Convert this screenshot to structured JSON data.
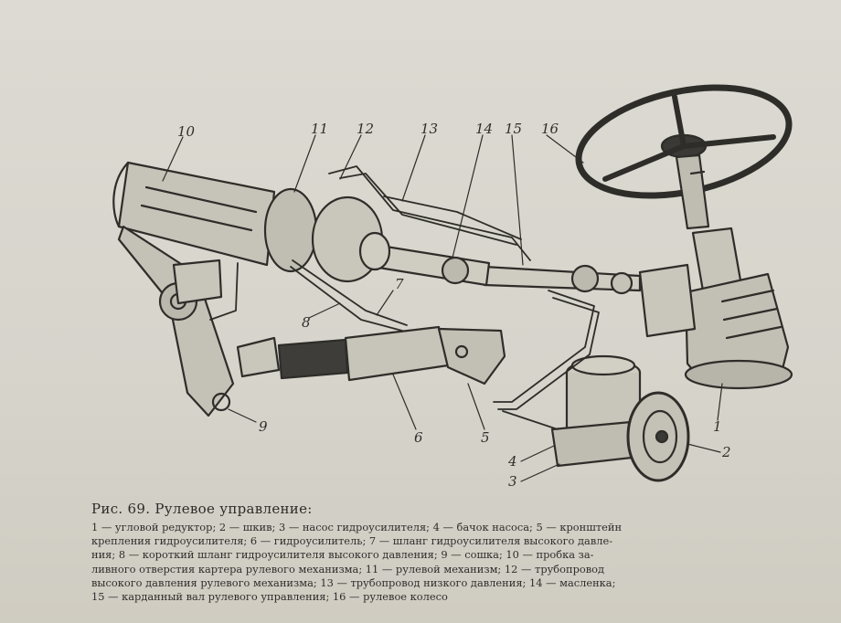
{
  "figure": {
    "callouts": [
      "10",
      "11",
      "12",
      "13",
      "14",
      "15",
      "16",
      "8",
      "7",
      "9",
      "6",
      "5",
      "4",
      "3",
      "2",
      "1"
    ]
  },
  "caption": {
    "title": "Рис. 69. Рулевое управление:",
    "lines": [
      "1 — угловой редуктор; 2 — шкив; 3 — насос гидроусилителя; 4 — бачок насоса; 5 — кронштейн",
      "крепления гидроусилителя; 6 — гидроусилитель; 7 — шланг гидроусилителя высокого давле-",
      "ния; 8 — короткий шланг гидроусилителя высокого давления; 9 — сошка; 10 — пробка за-",
      "ливного отверстия картера рулевого механизма; 11 — рулевой механизм; 12 — трубопровод",
      "высокого давления рулевого механизма; 13 — трубопровод низкого давления; 14 — масленка;",
      "15 — карданный вал рулевого управления; 16 — рулевое колесо"
    ]
  }
}
